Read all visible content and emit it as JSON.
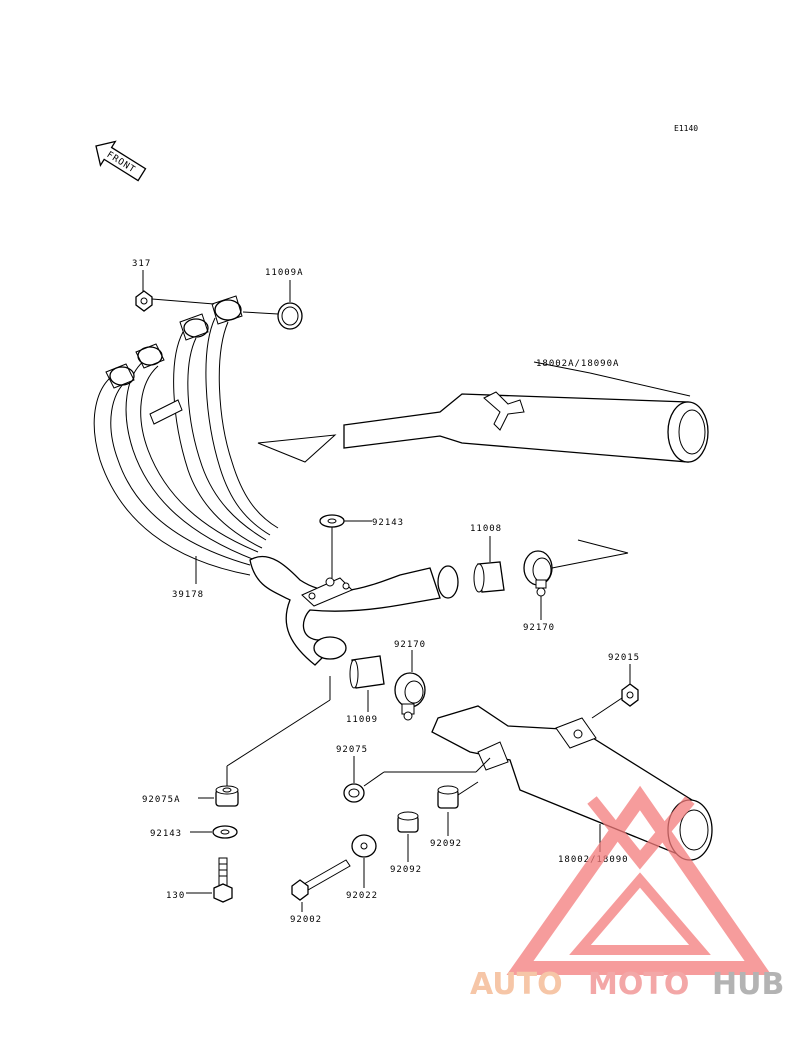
{
  "diagram": {
    "code": "E1140",
    "front_label": "FRONT",
    "labels": {
      "p317": "317",
      "p11009a": "11009A",
      "p18002a": "18002A/18090A",
      "p92143_top": "92143",
      "p11008": "11008",
      "p39178": "39178",
      "p92170_right": "92170",
      "p92170_mid": "92170",
      "p11009": "11009",
      "p92015": "92015",
      "p92075": "92075",
      "p92075a": "92075A",
      "p92143_bottom": "92143",
      "p130": "130",
      "p92002": "92002",
      "p92022": "92022",
      "p92092_a": "92092",
      "p92092_b": "92092",
      "p18002": "18002/18090"
    }
  },
  "watermark": {
    "part1": "AUTO",
    "part2": "MOTO",
    "part3": "HUB",
    "colors": {
      "part1": "#f4b38a",
      "part2": "#f08a8a",
      "part3": "#9a9a9a",
      "triangle": "#f47b7b"
    }
  }
}
